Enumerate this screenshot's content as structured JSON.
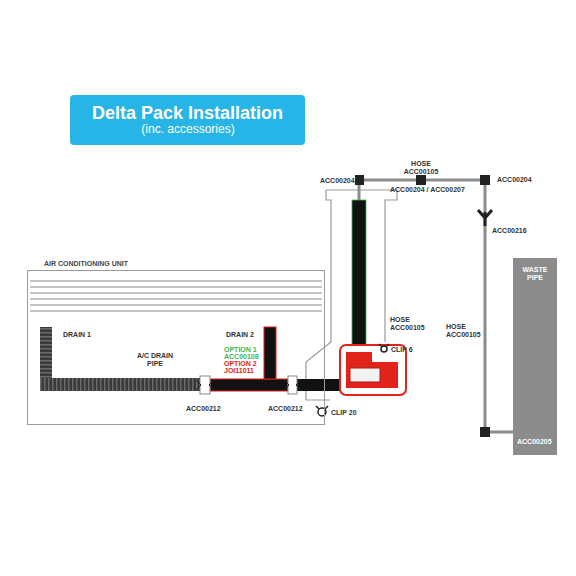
{
  "diagram": {
    "title": "Delta Pack Installation",
    "nodes": [
      {
        "text": [
          "AIR CONDITIONING UNIT"
        ]
      },
      {
        "text": [
          "WASTE PIPE"
        ]
      }
    ],
    "labels": [
      "(inc. accessories)",
      "DRAIN 1",
      "A/C DRAIN PIPE",
      "DRAIN 2",
      "OPTION 1",
      "ACC00108",
      "OPTION 2",
      "JOI11011",
      "ACC00212",
      "ACC00212",
      "CLIP 20",
      "HOSE ACC00105",
      "CLIP 6",
      "ACC00204",
      "HOSE ACC00105",
      "ACC00204 / ACC00207",
      "ACC00204",
      "ACC00216",
      "HOSE ACC00105",
      "ACC00205"
    ]
  }
}
